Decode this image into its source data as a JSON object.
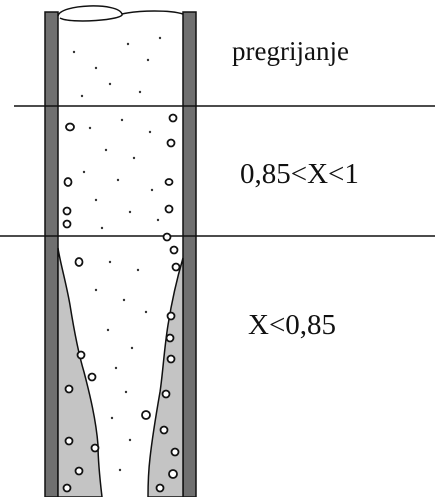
{
  "zones": {
    "superheating": {
      "label": "pregrijanje"
    },
    "mid_quality": {
      "label": "0,85<X<1"
    },
    "low_quality": {
      "label": "X<0,85"
    }
  },
  "colors": {
    "tube_wall": "#707070",
    "liquid_film": "#c4c4c4",
    "outline": "#111111",
    "background": "#ffffff"
  }
}
